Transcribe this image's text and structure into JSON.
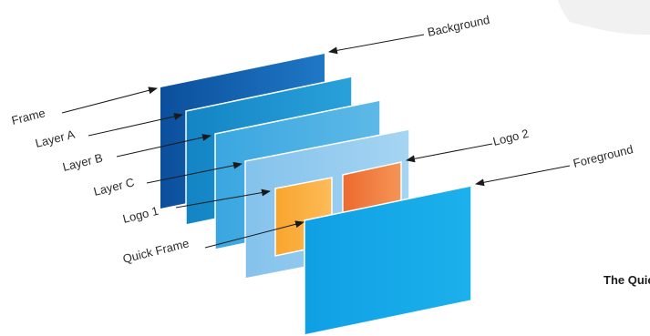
{
  "labels": {
    "background": "Background",
    "frame": "Frame",
    "layer_a": "Layer A",
    "layer_b": "Layer B",
    "layer_c": "Layer C",
    "logo_1": "Logo 1",
    "logo_2": "Logo 2",
    "quick_frame": "Quick Frame",
    "foreground": "Foreground"
  },
  "caption": "The Quick",
  "colors": {
    "frame_dark": "#0b4f9c",
    "frame_light": "#1e71c1",
    "layer_a": "#1b8fcf",
    "layer_b": "#44aee3",
    "layer_c": "#93cbed",
    "logo_1": "#fbad3d",
    "logo_2": "#f0783a",
    "foreground": "#16a6e6",
    "corner_swatch": "#f1f1f1"
  }
}
